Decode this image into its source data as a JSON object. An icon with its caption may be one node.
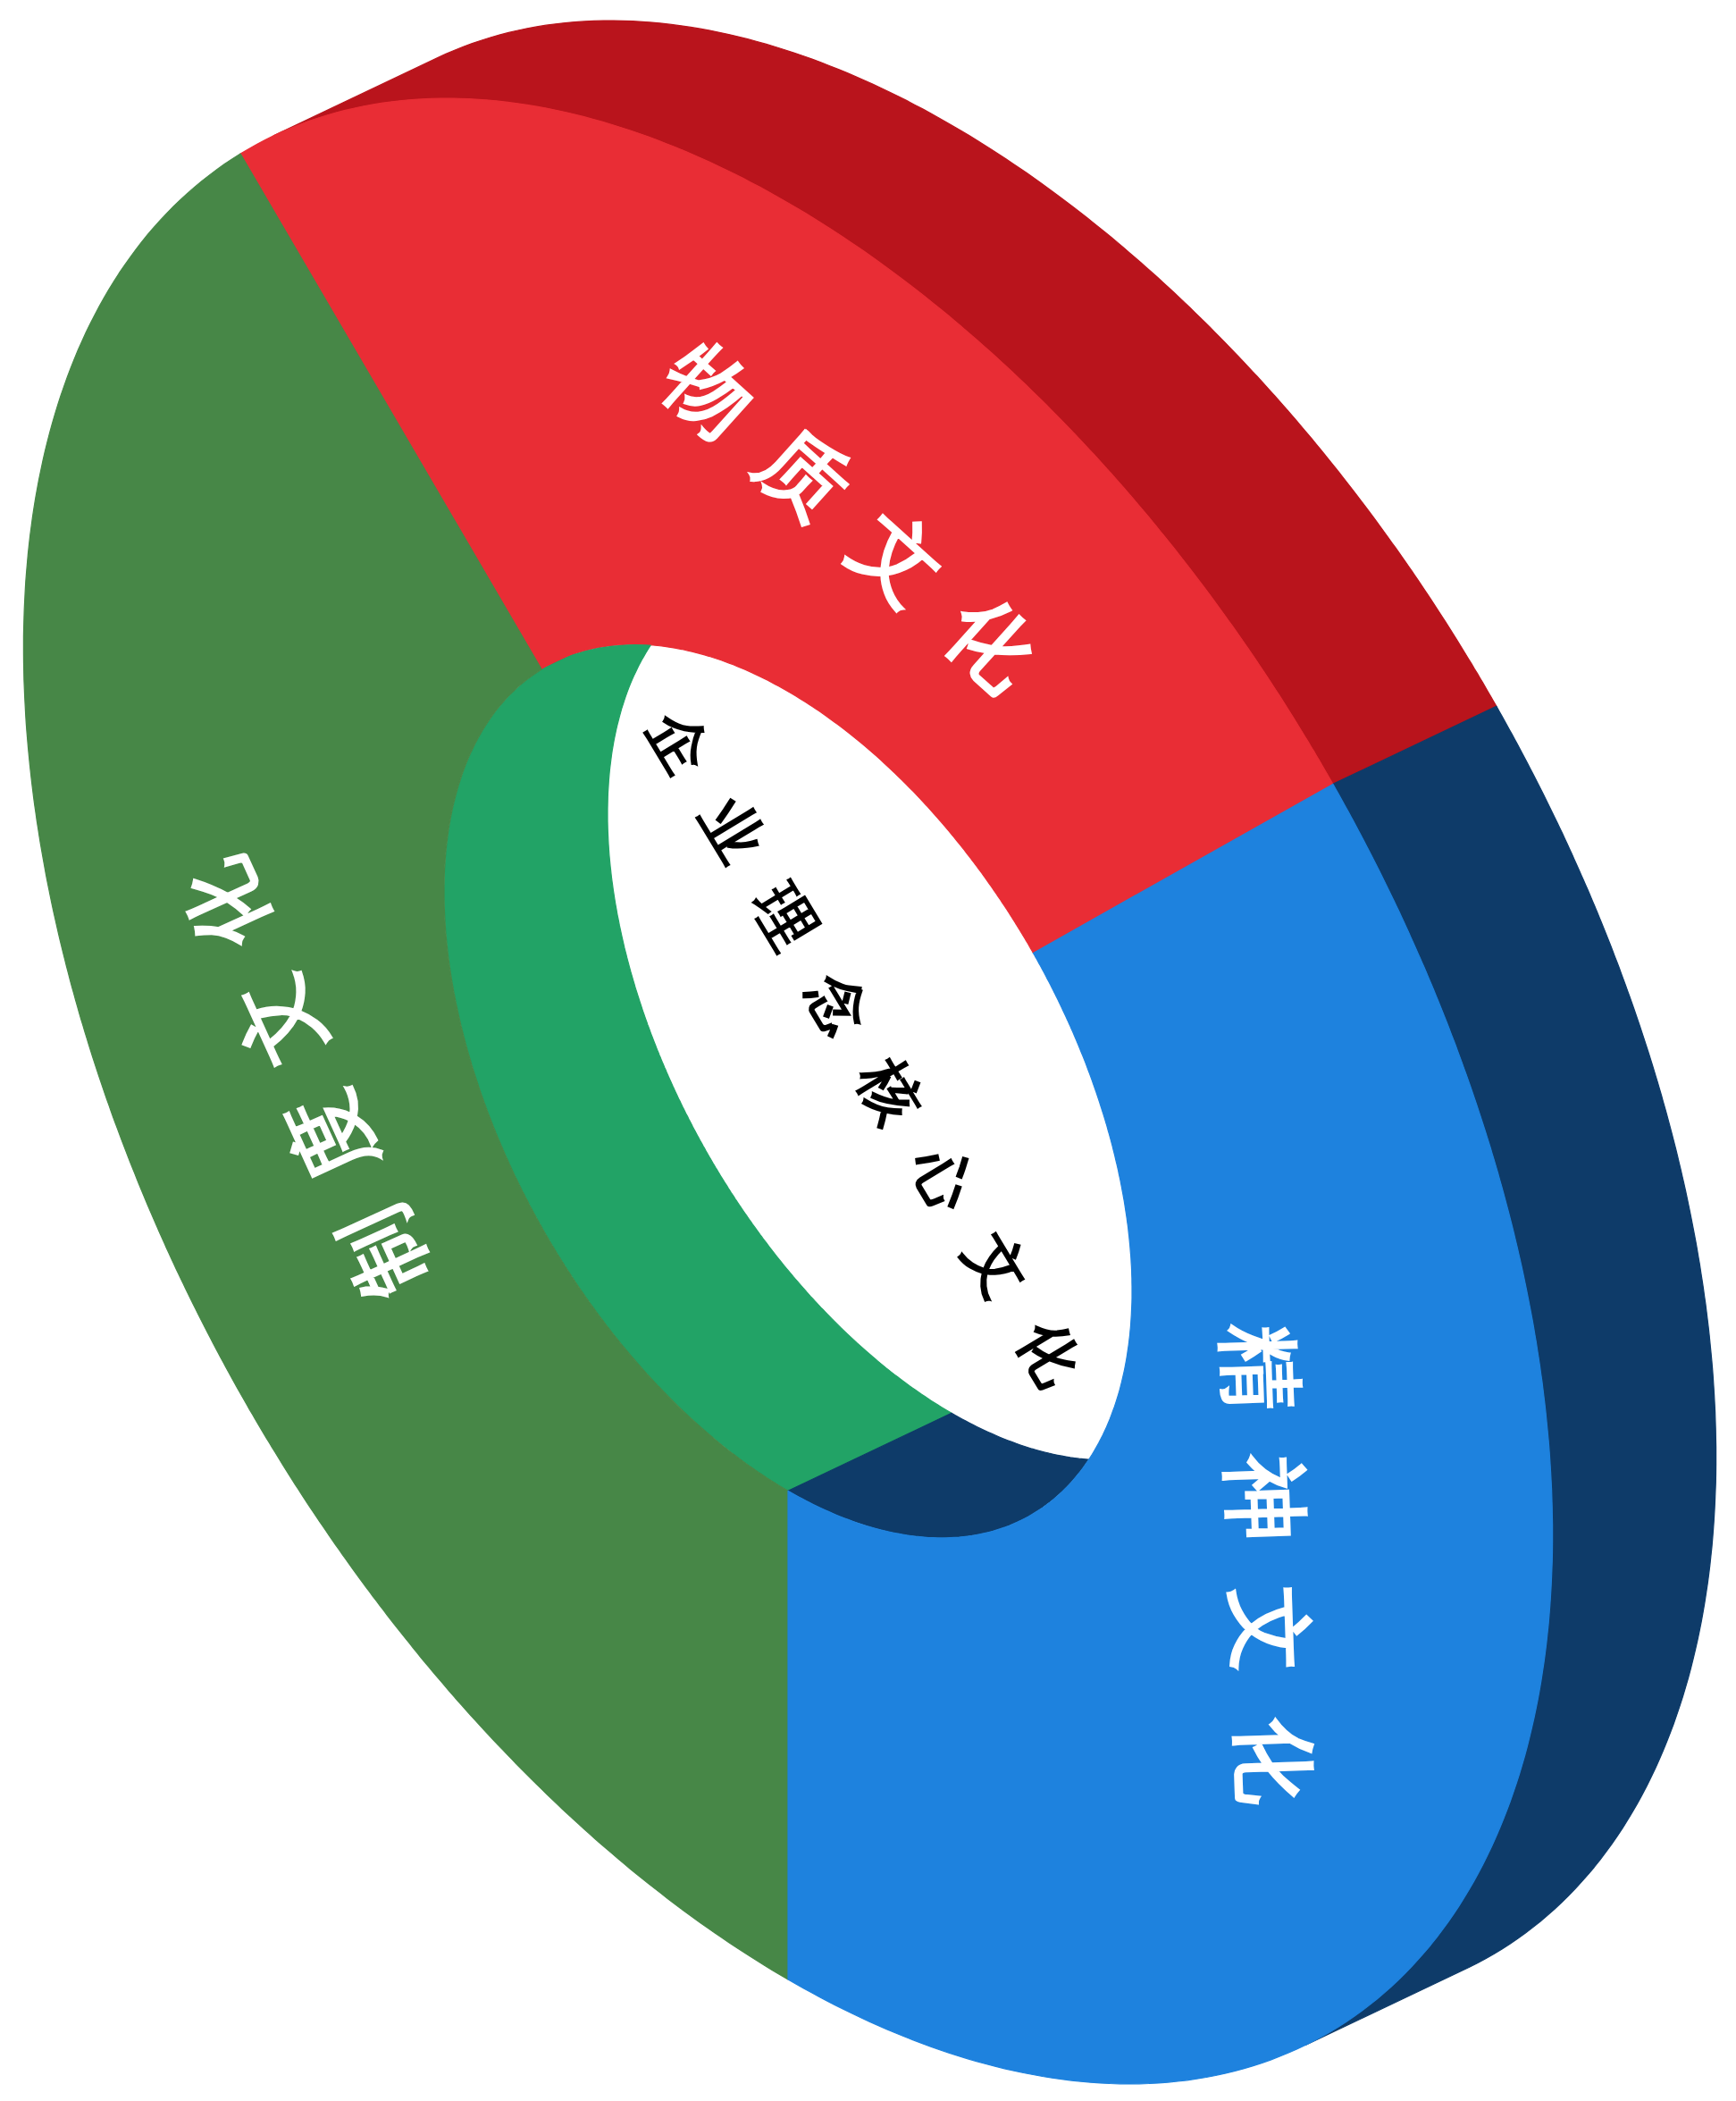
{
  "diagram": {
    "nodes": [
      {
        "text": [
          "物质文化"
        ]
      },
      {
        "text": [
          "企业理念核心文化"
        ]
      },
      {
        "text": [
          "制度文化"
        ]
      },
      {
        "text": [
          "精神文化"
        ]
      }
    ]
  }
}
